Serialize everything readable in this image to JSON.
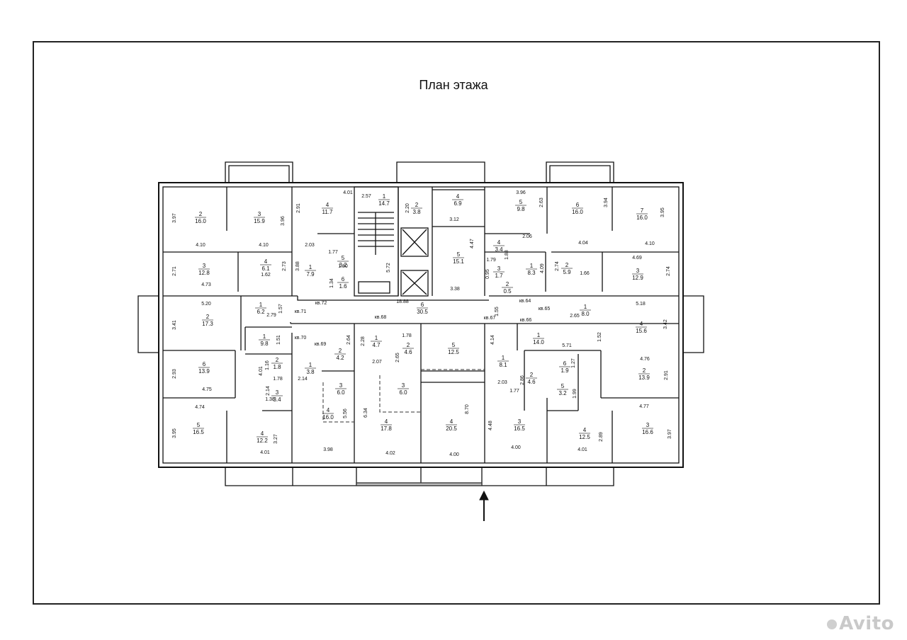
{
  "title": "План этажа",
  "watermark": "Avito",
  "colors": {
    "wall": "#111111",
    "dash": "#333333"
  },
  "rooms": [
    {
      "id": "a1-r2",
      "n": "2",
      "area": "16.0"
    },
    {
      "id": "a1-r3",
      "n": "3",
      "area": "15.9"
    },
    {
      "id": "a1-r4",
      "n": "4",
      "area": "11.7"
    },
    {
      "id": "b1-r1",
      "n": "1",
      "area": "14.7"
    },
    {
      "id": "b1-r2",
      "n": "2",
      "area": "3.8"
    },
    {
      "id": "b1-r4",
      "n": "4",
      "area": "6.9"
    },
    {
      "id": "c1-r5",
      "n": "5",
      "area": "9.8"
    },
    {
      "id": "c1-r6",
      "n": "6",
      "area": "16.0"
    },
    {
      "id": "c1-r7",
      "n": "7",
      "area": "16.0"
    },
    {
      "id": "a2-r3",
      "n": "3",
      "area": "12.8"
    },
    {
      "id": "a2-r4",
      "n": "4",
      "area": "6.1"
    },
    {
      "id": "a2-r1",
      "n": "1",
      "area": "7.9"
    },
    {
      "id": "a2-r5",
      "n": "5",
      "area": "3.2"
    },
    {
      "id": "a2-r6",
      "n": "6",
      "area": "1.6"
    },
    {
      "id": "core-r5",
      "n": "5",
      "area": "15.1"
    },
    {
      "id": "c2-r4",
      "n": "4",
      "area": "3.4"
    },
    {
      "id": "c2-r3",
      "n": "3",
      "area": "1.7"
    },
    {
      "id": "c2-r2",
      "n": "2",
      "area": "0.5"
    },
    {
      "id": "c2-r1",
      "n": "1",
      "area": "8.3"
    },
    {
      "id": "c2-r2b",
      "n": "2",
      "area": "5.9"
    },
    {
      "id": "c2-r3b",
      "n": "3",
      "area": "12.9"
    },
    {
      "id": "a3-r2",
      "n": "2",
      "area": "17.3"
    },
    {
      "id": "a3-r1",
      "n": "1",
      "area": "6.2"
    },
    {
      "id": "corr-r6",
      "n": "6",
      "area": "30.5"
    },
    {
      "id": "c3-r1",
      "n": "1",
      "area": "8.0"
    },
    {
      "id": "c3-r4",
      "n": "4",
      "area": "15.6"
    },
    {
      "id": "a4-r1",
      "n": "1",
      "area": "9.8"
    },
    {
      "id": "a4-r6",
      "n": "6",
      "area": "13.9"
    },
    {
      "id": "a4-r2",
      "n": "2",
      "area": "1.8"
    },
    {
      "id": "a4-r3",
      "n": "3",
      "area": "3.4"
    },
    {
      "id": "a4-r5",
      "n": "5",
      "area": "16.5"
    },
    {
      "id": "a4-r4",
      "n": "4",
      "area": "12.2"
    },
    {
      "id": "d-r2",
      "n": "2",
      "area": "4.2"
    },
    {
      "id": "d-r1",
      "n": "1",
      "area": "3.8"
    },
    {
      "id": "d-r3",
      "n": "3",
      "area": "6.0"
    },
    {
      "id": "d-r4",
      "n": "4",
      "area": "16.0"
    },
    {
      "id": "e-r1",
      "n": "1",
      "area": "4.7"
    },
    {
      "id": "e-r2",
      "n": "2",
      "area": "4.6"
    },
    {
      "id": "e-r3",
      "n": "3",
      "area": "6.0"
    },
    {
      "id": "e-r4",
      "n": "4",
      "area": "17.8"
    },
    {
      "id": "f-r5",
      "n": "5",
      "area": "12.5"
    },
    {
      "id": "f-r4",
      "n": "4",
      "area": "20.5"
    },
    {
      "id": "g-r1",
      "n": "1",
      "area": "8.1"
    },
    {
      "id": "g-r2",
      "n": "2",
      "area": "4.6"
    },
    {
      "id": "g-r3",
      "n": "3",
      "area": "16.5"
    },
    {
      "id": "h-r1",
      "n": "1",
      "area": "14.0"
    },
    {
      "id": "h-r6",
      "n": "6",
      "area": "1.9"
    },
    {
      "id": "h-r5",
      "n": "5",
      "area": "3.2"
    },
    {
      "id": "h-r4",
      "n": "4",
      "area": "12.5"
    },
    {
      "id": "h-r2",
      "n": "2",
      "area": "13.9"
    },
    {
      "id": "h-r3",
      "n": "3",
      "area": "16.6"
    }
  ],
  "dimensions": [
    "3.97",
    "4.01",
    "2.91",
    "3.96",
    "2.57",
    "2.20",
    "3.12",
    "3.96",
    "2.63",
    "3.94",
    "3.95",
    "4.10",
    "4.10",
    "2.03",
    "1.77",
    "1.80",
    "5.72",
    "4.47",
    "3.38",
    "1.79",
    "1.88",
    "2.06",
    "4.09",
    "2.74",
    "1.66",
    "4.04",
    "4.10",
    "4.69",
    "2.74",
    "2.71",
    "1.62",
    "2.73",
    "3.88",
    "4.73",
    "1.34",
    "0.95",
    "5.20",
    "18.88",
    "2.79",
    "1.57",
    "2.65",
    "5.18",
    "3.41",
    "3.42",
    "1.55",
    "1.51",
    "2.64",
    "2.28",
    "1.78",
    "4.14",
    "1.52",
    "5.71",
    "4.76",
    "1.16",
    "2.07",
    "2.65",
    "1.27",
    "2.93",
    "4.01",
    "1.78",
    "2.14",
    "2.03",
    "2.86",
    "1.77",
    "1.99",
    "2.91",
    "4.75",
    "1.38",
    "2.14",
    "4.74",
    "4.77",
    "3.95",
    "3.27",
    "5.56",
    "6.34",
    "8.70",
    "4.48",
    "2.89",
    "3.97",
    "4.01",
    "3.98",
    "4.02",
    "4.00",
    "4.00",
    "4.01"
  ],
  "apartments": [
    "кв.71",
    "кв.72",
    "кв.68",
    "кв.67",
    "кв.64",
    "кв.65",
    "кв.66",
    "кв.70",
    "кв.69"
  ]
}
